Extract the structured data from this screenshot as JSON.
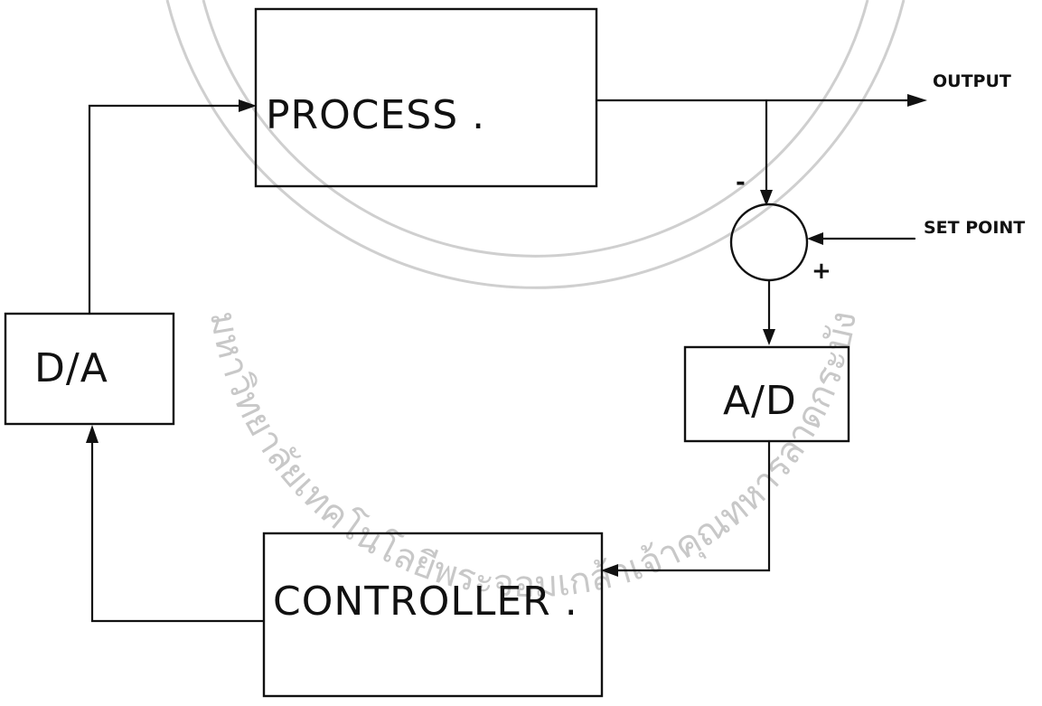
{
  "blocks": {
    "process": "PROCESS .",
    "controller": "CONTROLLER .",
    "da": "D/A",
    "ad": "A/D"
  },
  "signals": {
    "output": "OUTPUT",
    "set_point": "SET POINT"
  },
  "summing_junction": {
    "minus_sign": "-",
    "plus_sign": "+"
  },
  "watermark": {
    "text": "มหาวิทยาลัยเทคโนโลยีพระจอมเกล้าเจ้าคุณทหารลาดกระบัง"
  }
}
